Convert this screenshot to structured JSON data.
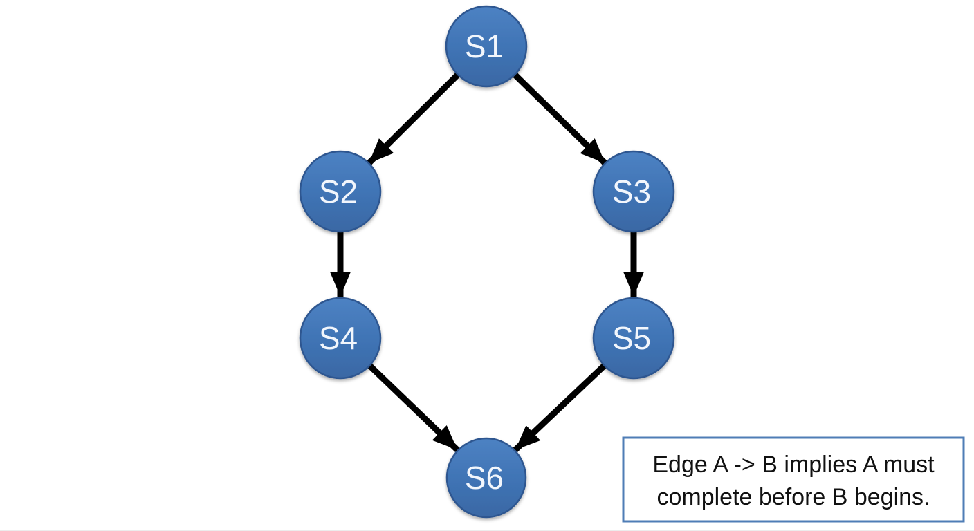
{
  "diagram": {
    "type": "directed-acyclic-graph",
    "nodes": [
      {
        "id": "S1",
        "label": "S1"
      },
      {
        "id": "S2",
        "label": "S2"
      },
      {
        "id": "S3",
        "label": "S3"
      },
      {
        "id": "S4",
        "label": "S4"
      },
      {
        "id": "S5",
        "label": "S5"
      },
      {
        "id": "S6",
        "label": "S6"
      }
    ],
    "edges": [
      {
        "from": "S1",
        "to": "S2"
      },
      {
        "from": "S1",
        "to": "S3"
      },
      {
        "from": "S2",
        "to": "S4"
      },
      {
        "from": "S3",
        "to": "S5"
      },
      {
        "from": "S4",
        "to": "S6"
      },
      {
        "from": "S5",
        "to": "S6"
      }
    ],
    "colors": {
      "node_fill_top": "#4d82c3",
      "node_fill_bottom": "#3a68a4",
      "node_border": "#2d5790",
      "node_text": "#f2f6fc",
      "arrow": "#000000",
      "legend_border": "#4f7db6",
      "legend_text": "#111111",
      "background": "#ffffff"
    }
  },
  "legend": {
    "line1": "Edge A -> B implies A must",
    "line2": "complete before B begins."
  }
}
